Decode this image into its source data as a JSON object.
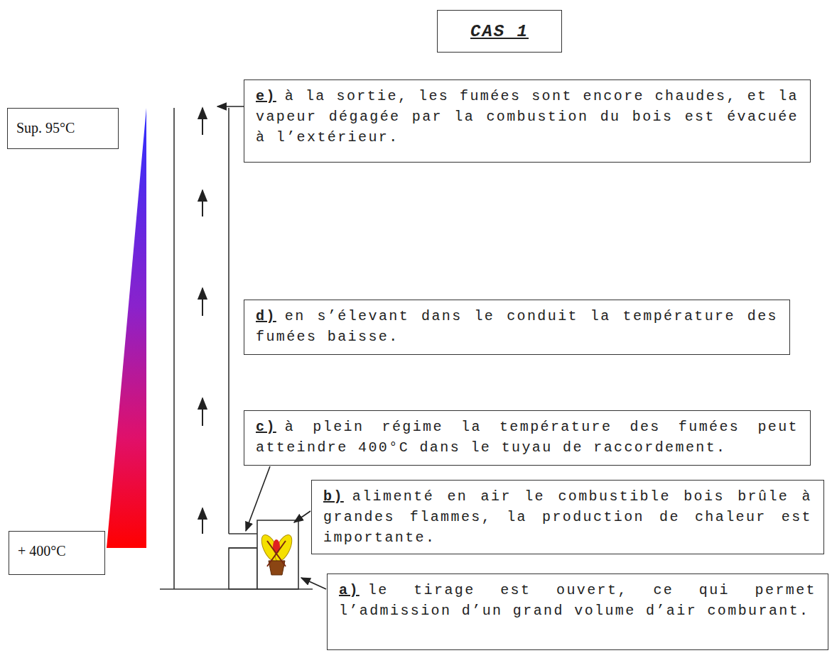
{
  "diagram": {
    "title": "CAS 1",
    "nodes": [
      {
        "text": [
          "e)",
          "à la sortie, les fumées sont encore chaudes, et la vapeur dégagée par la combustion du bois est évacuée à l’extérieur."
        ]
      },
      {
        "text": [
          "Sup. 95°C"
        ]
      },
      {
        "text": [
          "d)",
          "en s’élevant dans le conduit la température des fumées baisse."
        ]
      },
      {
        "text": [
          "c)",
          "à plein régime la température des fumées peut atteindre 400°C dans le tuyau de raccordement."
        ]
      },
      {
        "text": [
          "b)",
          "alimenté en air le combustible bois brûle à grandes flammes, la production de chaleur est importante."
        ]
      },
      {
        "text": [
          "+ 400°C"
        ]
      },
      {
        "text": [
          "a)",
          "le tirage est ouvert, ce qui permet l’admission d’un grand volume d’air comburant."
        ]
      }
    ]
  }
}
